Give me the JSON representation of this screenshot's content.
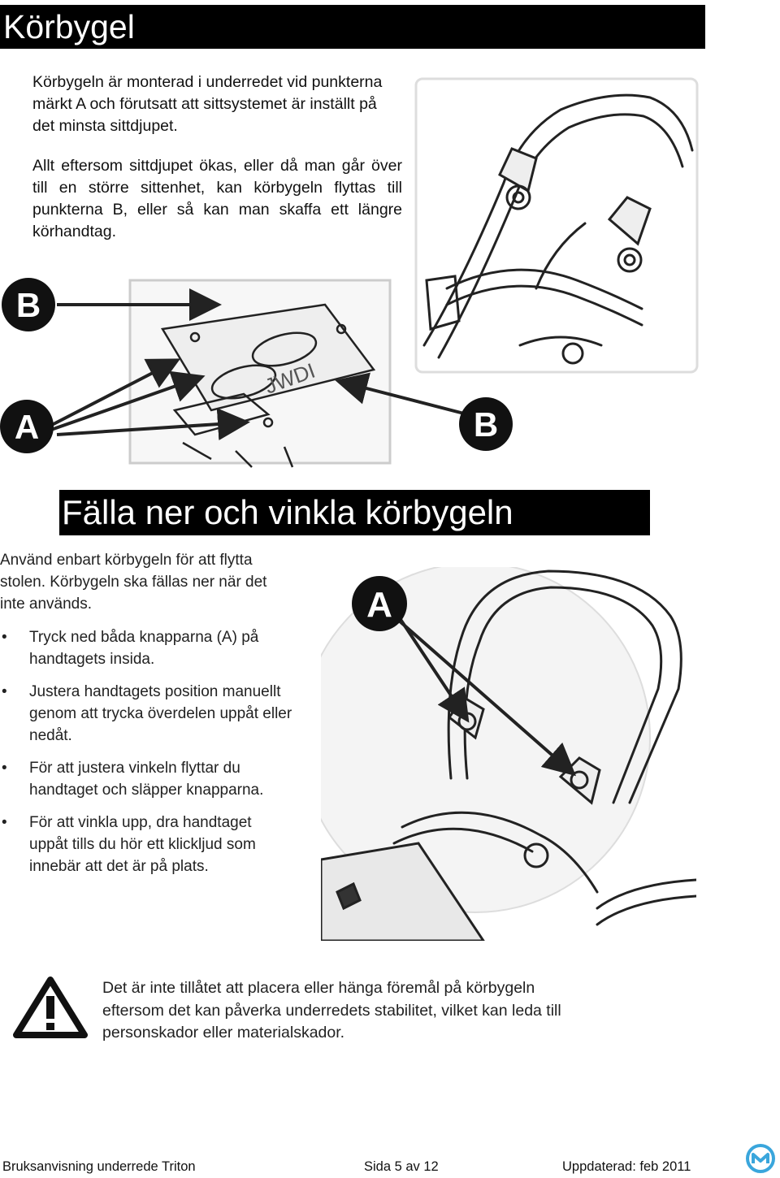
{
  "page": {
    "title": "Körbygel",
    "intro_paragraphs": [
      "Körbygeln är monterad i underredet vid punkterna märkt A och förutsatt att sittsystemet är inställt på det minsta sittdjupet.",
      "Allt eftersom sittdjupet ökas, eller då man går över till en större sittenhet, kan körbygeln flyttas till punkterna B, eller så kan man skaffa ett längre körhandtag."
    ],
    "figure_labels": {
      "b_top": "B",
      "a_left": "A",
      "b_right": "B",
      "a_handle": "A",
      "plate_brand": "JWDI"
    }
  },
  "section": {
    "title": "Fälla ner och vinkla körbygeln",
    "lead": "Använd enbart körbygeln för att flytta stolen. Körbygeln ska fällas ner när det inte används.",
    "bullet_symbol": "•",
    "bullets": [
      "Tryck ned båda knapparna (A) på handtagets insida.",
      "Justera handtagets position manuellt genom att trycka överdelen uppåt eller nedåt.",
      "För att justera vinkeln flyttar du handtaget och släpper knapparna.",
      "För att vinkla upp, dra handtaget uppåt tills du hör ett klickljud som innebär att det är på plats."
    ]
  },
  "warning": {
    "icon": "warning-triangle-icon",
    "text": "Det är inte tillåtet att placera eller hänga föremål på körbygeln eftersom det kan påverka underredets stabilitet, vilket kan leda till personskador eller materialskador."
  },
  "footer": {
    "left": "Bruksanvisning underrede Triton",
    "middle": "Sida 5 av 12",
    "right": "Uppdaterad: feb 2011",
    "logo_icon": "m-logo-icon"
  },
  "colors": {
    "title_bar": "#000000",
    "title_text": "#ffffff",
    "logo_blue": "#3aa6dc"
  }
}
